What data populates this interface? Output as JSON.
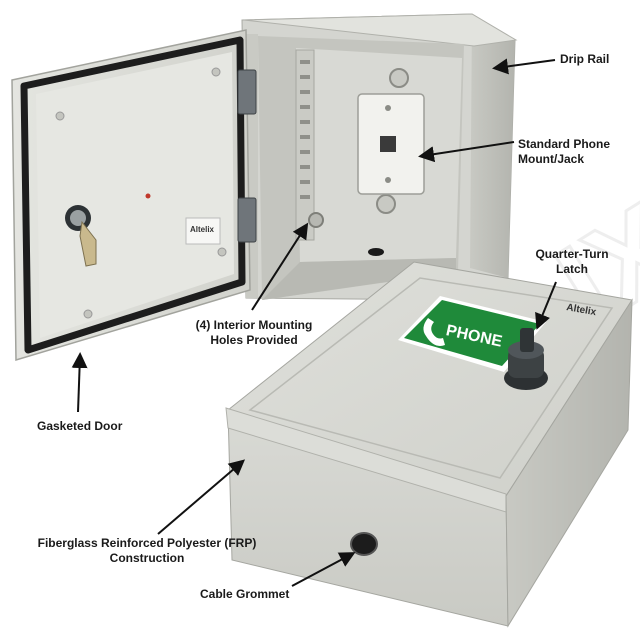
{
  "callouts": {
    "drip_rail": "Drip Rail",
    "phone_mount": [
      "Standard Phone",
      "Mount/Jack"
    ],
    "latch": [
      "Quarter-Turn",
      "Latch"
    ],
    "mounting_holes": [
      "(4) Interior Mounting",
      "Holes Provided"
    ],
    "gasketed_door": "Gasketed Door",
    "frp": [
      "Fiberglass Reinforced Polyester (FRP)",
      "Construction"
    ],
    "grommet": "Cable Grommet"
  },
  "labels": {
    "phone_sign": "PHONE",
    "logo_lid": "Altelix",
    "logo_door": "Altelix",
    "watermark": "ALTELIX"
  },
  "colors": {
    "enclosure": "#d6d7d2",
    "enclosure_shadow": "#b9bab5",
    "gasket": "#1d1d1d",
    "sign_green": "#1f8a3a",
    "latch": "#3d4244",
    "arrow": "#111111"
  }
}
